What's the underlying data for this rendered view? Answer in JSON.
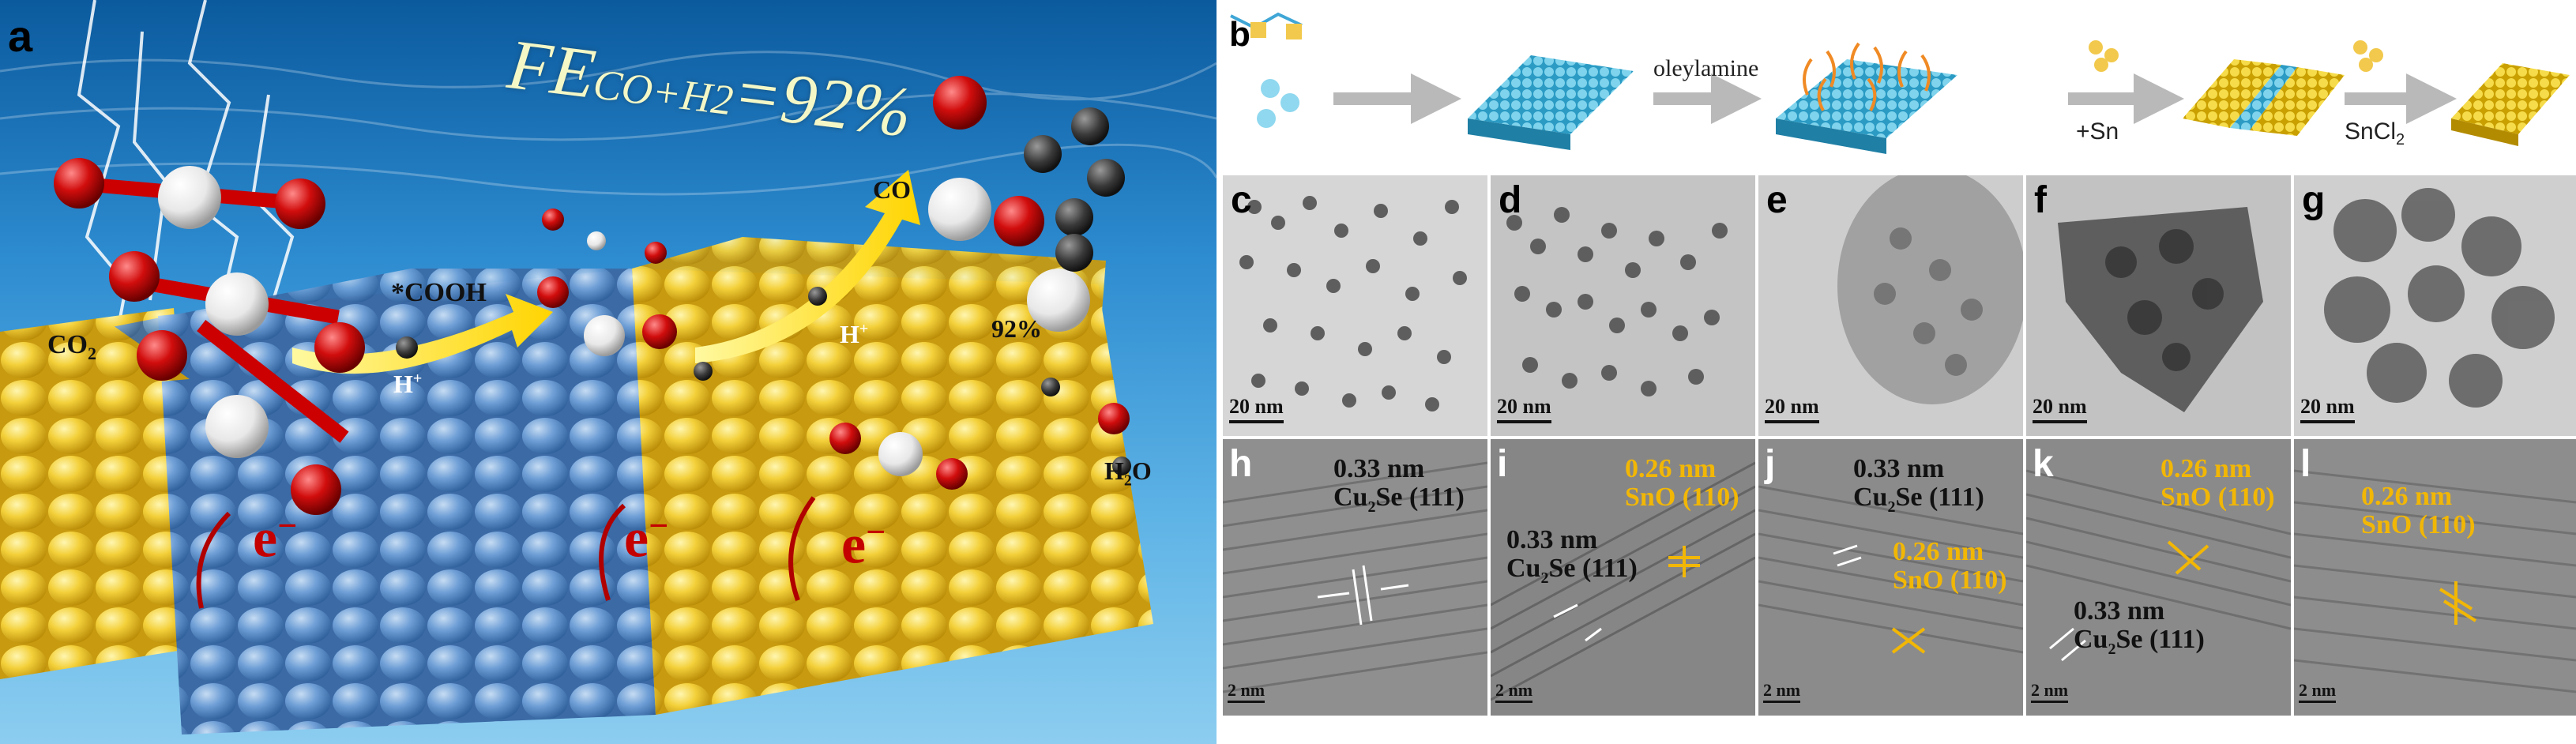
{
  "panel_a": {
    "label": "a",
    "fe_main": "FE",
    "fe_sub": "CO+H2",
    "fe_value": "=92%",
    "label_co2": "CO",
    "label_co2_sub": "2",
    "label_cooh": "*COOH",
    "label_h1": "H",
    "label_h1_sup": "+",
    "label_h2": "H",
    "label_h2_sup": "+",
    "label_co": "CO",
    "label_92": "92%",
    "label_h2o_h": "H",
    "label_h2o_sub": "2",
    "label_h2o_o": "O",
    "electron": "e",
    "electron_sup": "−"
  },
  "panel_b": {
    "label": "b",
    "step1": "oleylamine",
    "step2": "+Sn",
    "step3": "SnCl",
    "step3_sub": "2"
  },
  "tem_row": [
    {
      "label": "c",
      "scale": "20 nm"
    },
    {
      "label": "d",
      "scale": "20 nm"
    },
    {
      "label": "e",
      "scale": "20 nm"
    },
    {
      "label": "f",
      "scale": "20 nm"
    },
    {
      "label": "g",
      "scale": "20 nm"
    }
  ],
  "hrtem_row": [
    {
      "label": "h",
      "scale": "2 nm",
      "a1": "0.33 nm",
      "a2": "Cu",
      "a2s": "2",
      "a3": "Se (111)"
    },
    {
      "label": "i",
      "scale": "2 nm",
      "y1": "0.26 nm",
      "y2": "SnO (110)",
      "a1": "0.33 nm",
      "a2": "Cu",
      "a2s": "2",
      "a3": "Se (111)"
    },
    {
      "label": "j",
      "scale": "2 nm",
      "a1": "0.33 nm",
      "a2": "Cu",
      "a2s": "2",
      "a3": "Se (111)",
      "y1": "0.26 nm",
      "y2": "SnO (110)"
    },
    {
      "label": "k",
      "scale": "2 nm",
      "y1": "0.26 nm",
      "y2": "SnO (110)",
      "a1": "0.33 nm",
      "a2": "Cu",
      "a2s": "2",
      "a3": "Se (111)"
    },
    {
      "label": "l",
      "scale": "2 nm",
      "y1": "0.26 nm",
      "y2": "SnO (110)"
    }
  ]
}
